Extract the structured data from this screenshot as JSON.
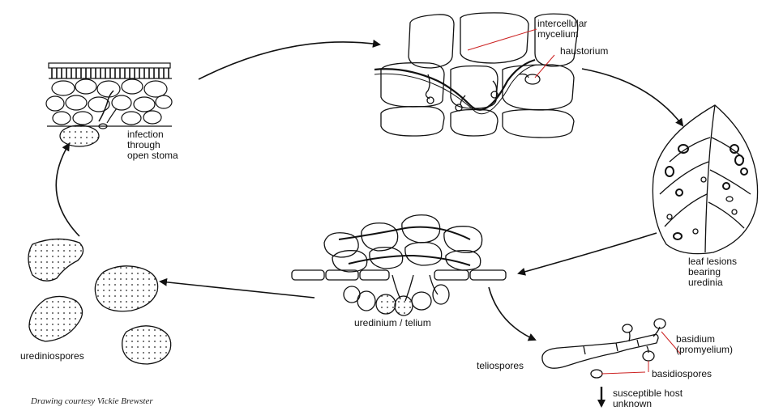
{
  "labels": {
    "intercellular": [
      "intercellular",
      "mycelium"
    ],
    "haustorium": "haustorium",
    "infection": [
      "infection",
      "through",
      "open stoma"
    ],
    "leaf_lesions": [
      "leaf lesions",
      "bearing",
      "uredinia"
    ],
    "uredinium": "uredinium / telium",
    "urediniospores": "urediniospores",
    "teliospores": "teliospores",
    "basidium": [
      "basidium",
      "(promyelium)"
    ],
    "basidiospores": "basidiospores",
    "susceptible": [
      "susceptible host",
      "unknown"
    ]
  },
  "credit": "Drawing courtesy Vickie Brewster",
  "colors": {
    "ink": "#111111",
    "leader": "#cc2222"
  }
}
